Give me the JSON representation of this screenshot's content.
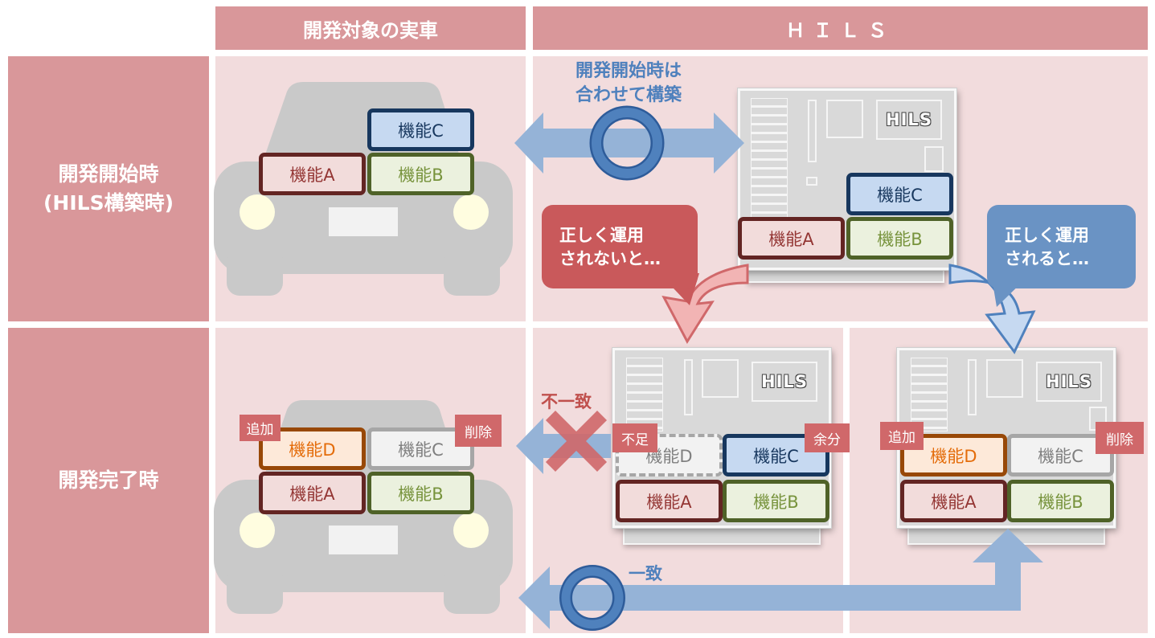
{
  "headers": {
    "real_car": "開発対象の実車",
    "hils": "ＨＩＬＳ"
  },
  "rows": {
    "start": "開発開始時\n(HILS構築時)",
    "end": "開発完了時"
  },
  "functions": {
    "a": "機能A",
    "b": "機能B",
    "c": "機能C",
    "d": "機能D"
  },
  "hils_logo": "HILS",
  "annotations": {
    "build_together": "開発開始時は\n合わせて構築",
    "not_operated": "正しく運用\nされないと…",
    "operated": "正しく運用\nされると…",
    "mismatch": "不一致",
    "match": "一致"
  },
  "tags": {
    "add": "追加",
    "remove": "削除",
    "shortage": "不足",
    "surplus": "余分"
  },
  "colors": {
    "header": "#d9979a",
    "cell": "#f2dcdd",
    "blue_arrow": "#95b3d7",
    "red_accent": "#d0686a",
    "blue_accent": "#4f81bd"
  }
}
